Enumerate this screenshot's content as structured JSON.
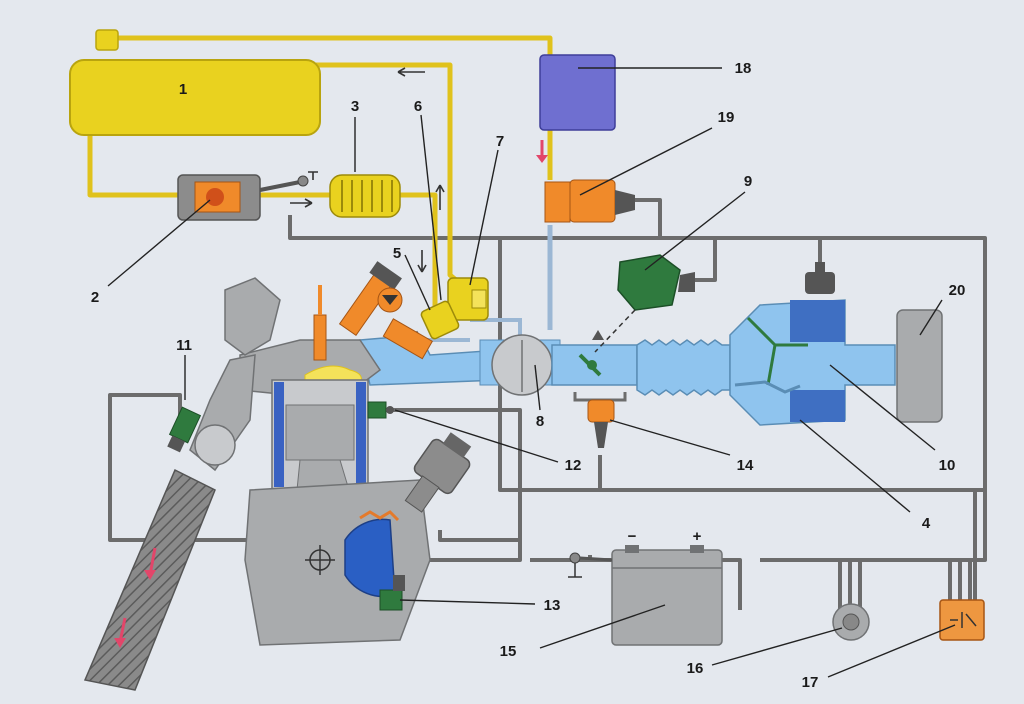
{
  "labels": [
    "1",
    "2",
    "3",
    "4",
    "5",
    "6",
    "7",
    "8",
    "9",
    "10",
    "11",
    "12",
    "13",
    "14",
    "15",
    "16",
    "17",
    "18",
    "19",
    "20"
  ],
  "battery": {
    "minus": "−",
    "plus": "+"
  },
  "colors": {
    "fuel": "#e9d21f",
    "air": "#8fc4ee",
    "airDark": "#3f6fc2",
    "engine": "#a9abad",
    "wire": "#6c6c6c",
    "sensor": "#2f7a3e",
    "actuator": "#f08a2a",
    "controlUnit": "#6f6fd0",
    "relay": "#ee9740",
    "background": "#e4e8ee"
  }
}
